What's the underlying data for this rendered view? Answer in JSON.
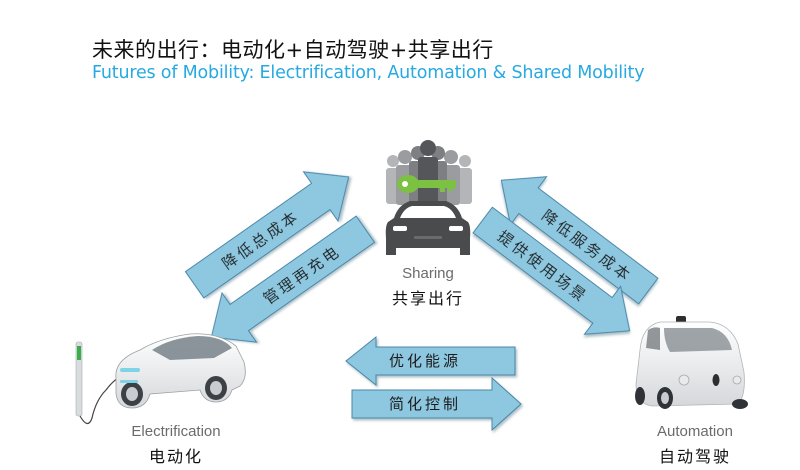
{
  "title": {
    "chinese": "未来的出行：电动化+自动驾驶+共享出行",
    "english": "Futures of Mobility: Electrification, Automation & Shared Mobility"
  },
  "colors": {
    "arrow_fill": "#8ec8e0",
    "arrow_stroke": "#4a86a8",
    "title_english": "#27a9e1",
    "key_green": "#7dc142",
    "people_gray": "#8c8e91",
    "car_dark": "#4a4b4d"
  },
  "nodes": {
    "sharing": {
      "label_en": "Sharing",
      "label_cn": "共享出行",
      "icon": "people-key-car-icon"
    },
    "electrification": {
      "label_en": "Electrification",
      "label_cn": "电动化",
      "icon": "electric-car-charging-icon"
    },
    "automation": {
      "label_en": "Automation",
      "label_cn": "自动驾驶",
      "icon": "self-driving-car-icon"
    }
  },
  "arrows": {
    "elec_to_sharing": "降低总成本",
    "sharing_to_elec": "管理再充电",
    "auto_to_sharing": "降低服务成本",
    "sharing_to_auto": "提供使用场景",
    "auto_to_elec": "优化能源",
    "elec_to_auto": "简化控制"
  }
}
